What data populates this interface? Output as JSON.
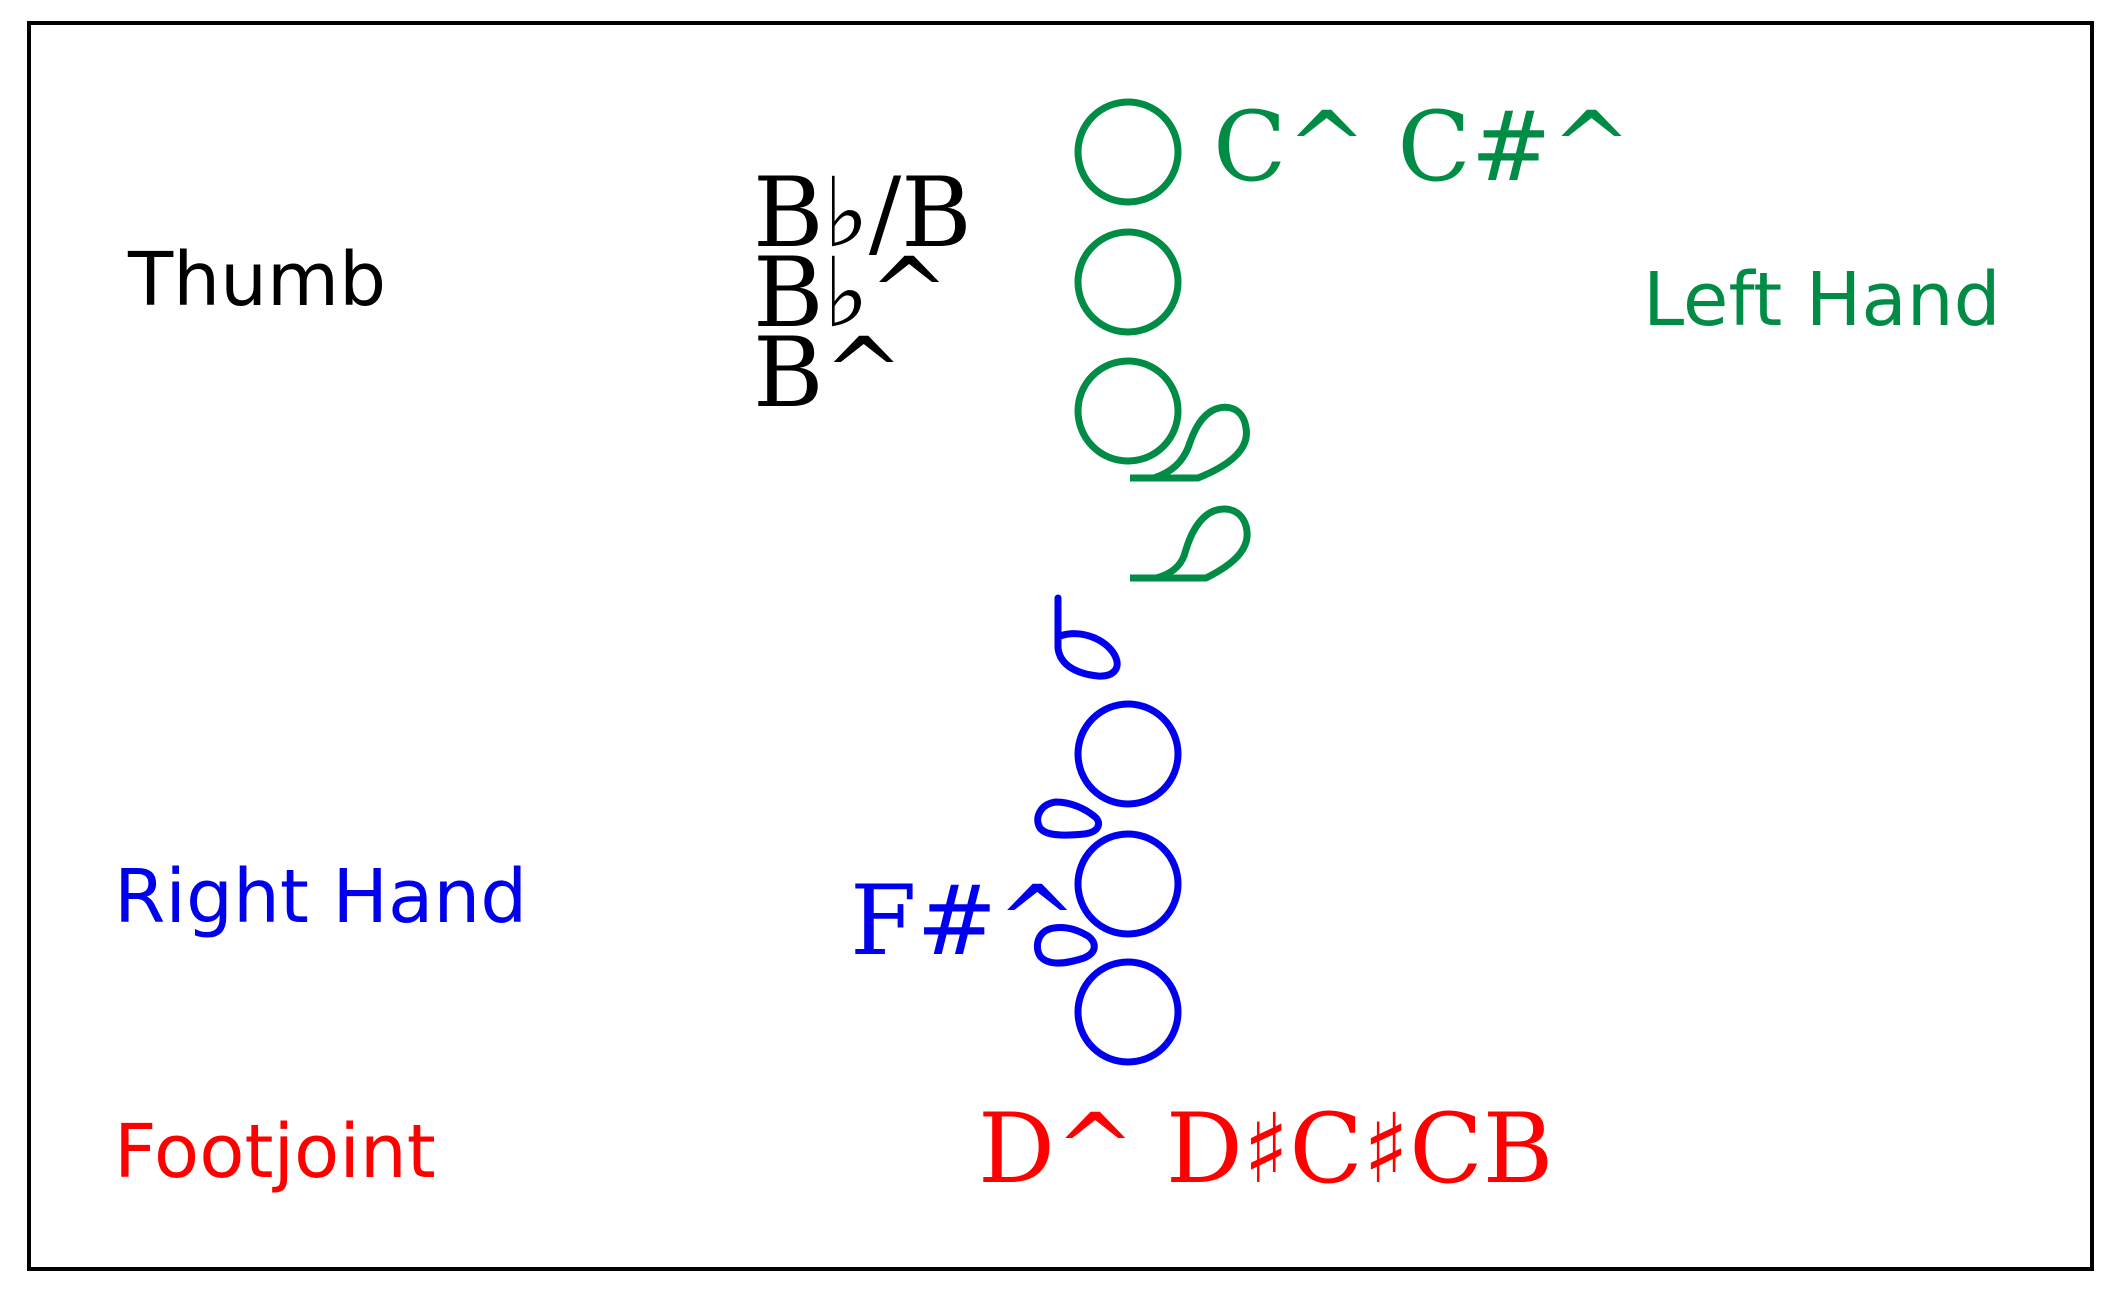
{
  "colors": {
    "frame": "#000000",
    "thumb": "#000000",
    "left_hand": "#008c45",
    "right_hand": "#0000ee",
    "footjoint": "#ff0000"
  },
  "labels": {
    "thumb": "Thumb",
    "left_hand": "Left Hand",
    "right_hand": "Right Hand",
    "footjoint": "Footjoint"
  },
  "notes": {
    "thumb_line1": "B♭/B",
    "thumb_line2": "B♭^",
    "thumb_line3": "B^",
    "left_top": "C^ C#^",
    "right_trill": "F#^",
    "foot": "D^ D♯C♯CB"
  }
}
